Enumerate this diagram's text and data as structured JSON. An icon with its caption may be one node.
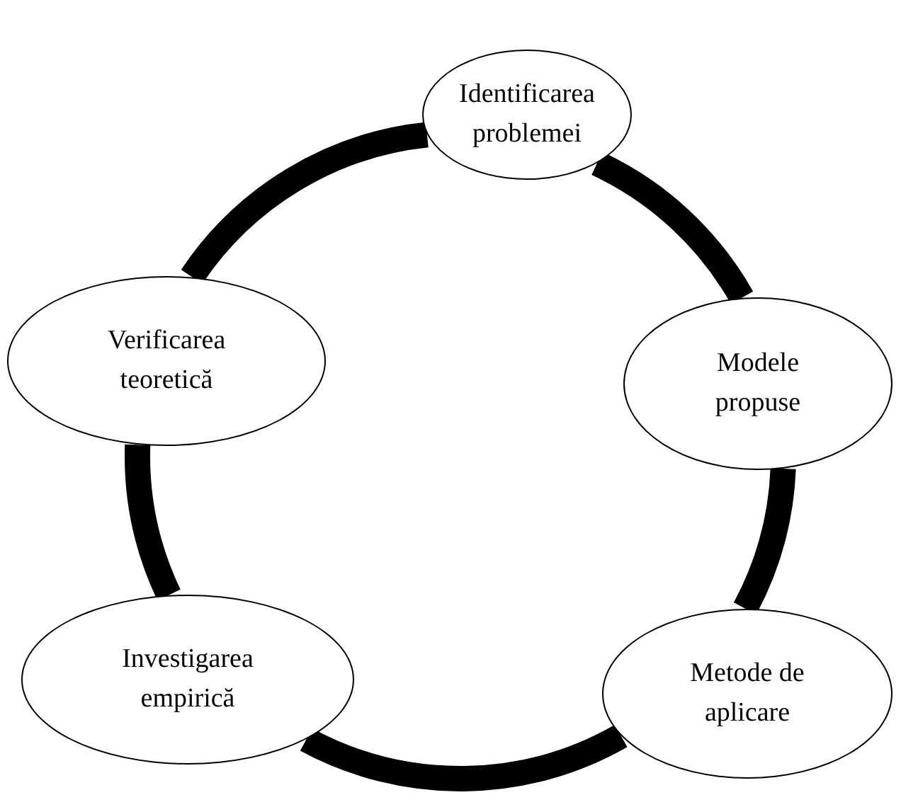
{
  "diagram": {
    "nodes": [
      {
        "text": [
          "Identificarea problemei"
        ]
      },
      {
        "text": [
          "Modele propuse"
        ]
      },
      {
        "text": [
          "Metode de aplicare"
        ]
      },
      {
        "text": [
          "Investigarea empirică"
        ]
      },
      {
        "text": [
          "Verificarea teoretică"
        ]
      }
    ],
    "edges": [
      {
        "from": 0,
        "to": 1,
        "arrow": "none"
      },
      {
        "from": 1,
        "to": 2,
        "arrow": "none"
      },
      {
        "from": 2,
        "to": 3,
        "arrow": "none"
      },
      {
        "from": 3,
        "to": 4,
        "arrow": "none"
      },
      {
        "from": 4,
        "to": 0,
        "arrow": "none"
      }
    ]
  }
}
